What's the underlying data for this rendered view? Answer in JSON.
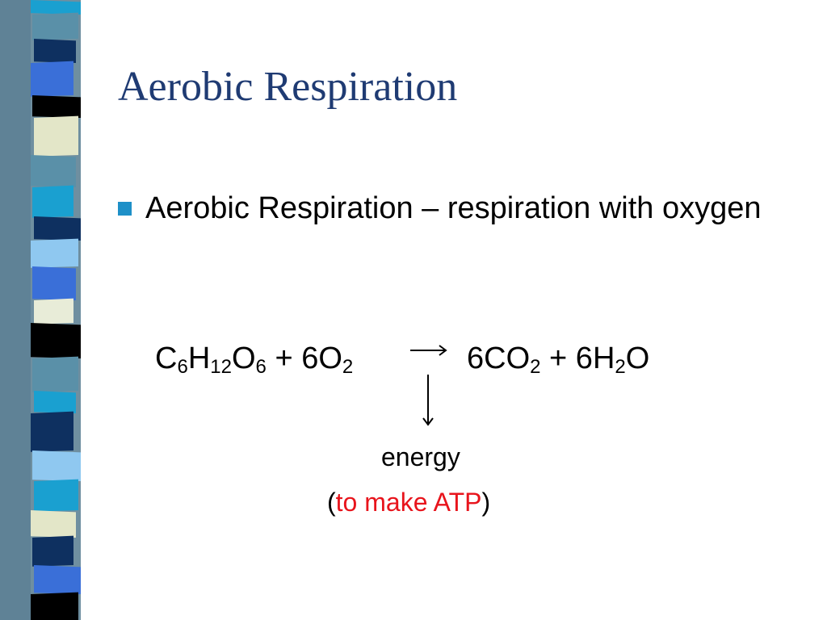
{
  "slide": {
    "title": "Aerobic Respiration",
    "bullet": "Aerobic Respiration – respiration with oxygen",
    "equation": {
      "reactants": [
        {
          "base": "C",
          "sub": "6"
        },
        {
          "base": "H",
          "sub": "12"
        },
        {
          "base": "O",
          "sub": "6"
        },
        {
          "base": " + 6O",
          "sub": "2"
        }
      ],
      "products": [
        {
          "base": "6CO",
          "sub": "2"
        },
        {
          "base": " + 6H",
          "sub": "2"
        },
        {
          "base": "O"
        }
      ]
    },
    "energy_label": "energy",
    "atp_open": "(",
    "atp_text": "to make ATP",
    "atp_close": ")",
    "colors": {
      "title": "#1f3b73",
      "bullet_marker": "#1e90c8",
      "atp_text": "#e8141c"
    }
  }
}
